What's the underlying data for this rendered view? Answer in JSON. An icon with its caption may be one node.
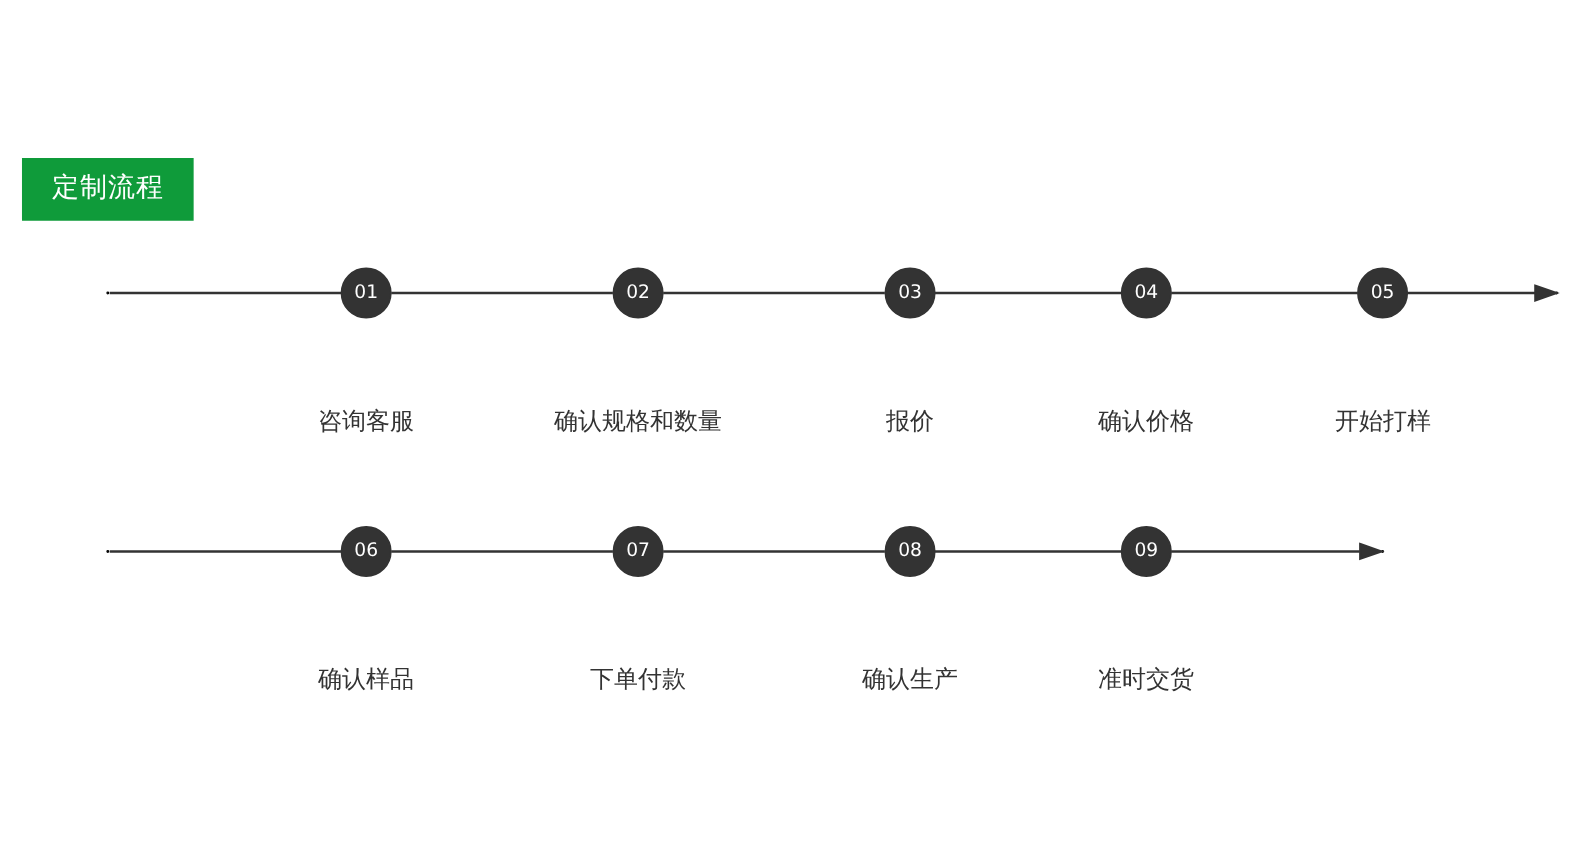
{
  "diagram": {
    "nodes": [
      {
        "text": [
          "定制流程"
        ]
      },
      {
        "text": [
          "01"
        ],
        "beside": [
          "咨询客服"
        ]
      },
      {
        "text": [
          "02"
        ],
        "beside": [
          "确认规格和数量"
        ]
      },
      {
        "text": [
          "03"
        ],
        "beside": [
          "报价"
        ]
      },
      {
        "text": [
          "04"
        ],
        "beside": [
          "确认价格"
        ]
      },
      {
        "text": [
          "05"
        ],
        "beside": [
          "开始打样"
        ]
      },
      {
        "text": [
          "06"
        ],
        "beside": [
          "确认样品"
        ]
      },
      {
        "text": [
          "07"
        ],
        "beside": [
          "下单付款"
        ]
      },
      {
        "text": [
          "08"
        ],
        "beside": [
          "确认生产"
        ]
      },
      {
        "text": [
          "09"
        ],
        "beside": [
          "准时交货"
        ]
      }
    ],
    "edges": [
      {
        "from": null,
        "to": 1,
        "arrow": "none"
      },
      {
        "from": 1,
        "to": 2,
        "arrow": "none"
      },
      {
        "from": 2,
        "to": 3,
        "arrow": "none"
      },
      {
        "from": 3,
        "to": 4,
        "arrow": "none"
      },
      {
        "from": 4,
        "to": 5,
        "arrow": "none"
      },
      {
        "from": 5,
        "to": null,
        "arrow": "to"
      },
      {
        "from": null,
        "to": 6,
        "arrow": "none"
      },
      {
        "from": 6,
        "to": 7,
        "arrow": "none"
      },
      {
        "from": 7,
        "to": 8,
        "arrow": "none"
      },
      {
        "from": 8,
        "to": 9,
        "arrow": "none"
      },
      {
        "from": 9,
        "to": null,
        "arrow": "to"
      }
    ]
  }
}
